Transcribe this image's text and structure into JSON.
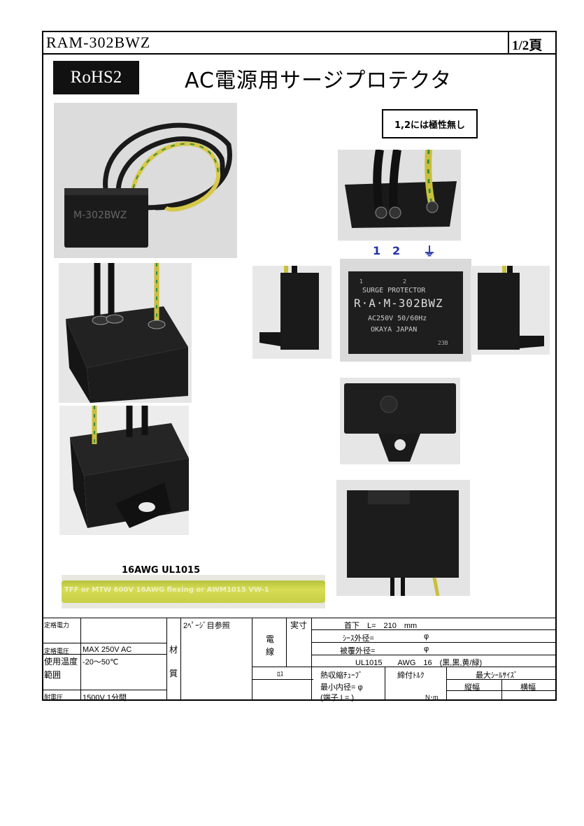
{
  "header": {
    "model": "RAM-302BWZ",
    "page": "1/2頁"
  },
  "badge": {
    "text": "RoHS2"
  },
  "title": "AC電源用サージプロテクタ",
  "note": "1,2には極性無し",
  "pin_labels": {
    "p1": "1",
    "p2": "2",
    "ground": "⏚"
  },
  "product_marking": {
    "line1": "SURGE  PROTECTOR",
    "line2": "R·A·M-302BWZ",
    "line3": "AC250V  50/60Hz",
    "line4": "OKAYA  JAPAN",
    "code": "23B",
    "n1": "1",
    "n2": "2"
  },
  "wire": {
    "spec": "16AWG  UL1015",
    "print": "TFF or MTW 600V  16AWG  flexing or AWM1015  VW-1"
  },
  "spec_table": {
    "rated_power_label": "定格電力",
    "rated_voltage_label": "定格電圧",
    "rated_voltage_value": "MAX 250V AC",
    "temp_label_1": "使用温度",
    "temp_label_2": "範囲",
    "temp_value": "-20～50℃",
    "withstand_label": "耐電圧",
    "withstand_value": "1500V 1分間",
    "material_1": "材",
    "material_2": "質",
    "material_value": "2ﾍﾟｰｼﾞ目参照",
    "wire_1": "電",
    "wire_2": "線",
    "actual_size": "実寸",
    "length_row": "首下　L=　210　mm",
    "sheath_label": "ｼｰｽ外径=",
    "sheath_unit": "φ",
    "coating_label": "被覆外径=",
    "coating_unit": "φ",
    "wire_spec": "UL1015　　AWG　16　(黒,黒,黄/緑)",
    "loss": "ﾛｽ",
    "heat_shrink": "熱収縮ﾁｭｰﾌﾞ",
    "min_inner": "最小内径= φ",
    "terminal": "(端子 L= )",
    "torque_label": "締付ﾄﾙｸ",
    "torque_unit": "N･m",
    "seal_label": "最大ｼｰﾙｻｲｽﾞ",
    "seal_height": "縦幅",
    "seal_width": "横幅"
  }
}
